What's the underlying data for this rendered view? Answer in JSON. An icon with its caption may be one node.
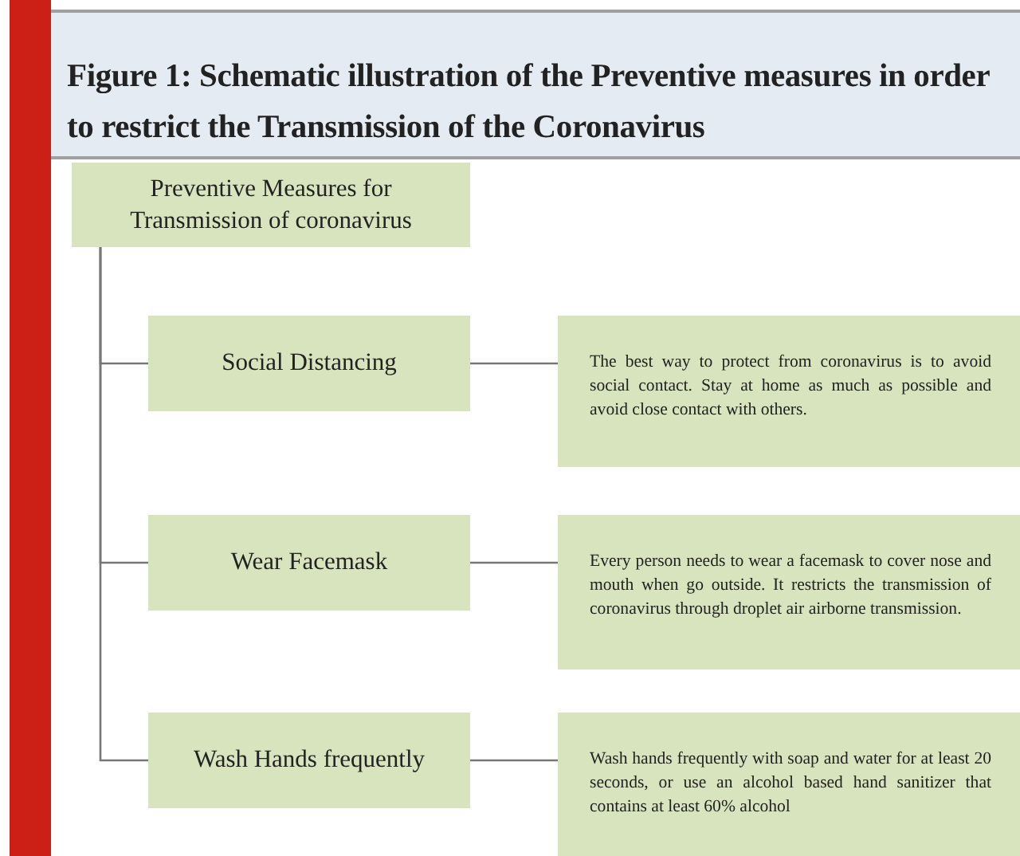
{
  "diagram": {
    "title": "Figure 1: Schematic illustration of the Preventive measures in order to restrict the Transmission of the Coronavirus",
    "nodes": [
      {
        "text": [
          "Preventive Measures for Transmission of coronavirus"
        ]
      },
      {
        "text": [
          "Social Distancing"
        ]
      },
      {
        "text": [
          "The best way to protect from coronavirus is to avoid social contact. Stay at home as much as possible and avoid close contact with others."
        ]
      },
      {
        "text": [
          "Wear Facemask"
        ]
      },
      {
        "text": [
          "Every person needs to wear a facemask to cover nose and mouth when go outside. It restricts the transmission of coronavirus through droplet air airborne transmission."
        ]
      },
      {
        "text": [
          "Wash Hands frequently"
        ]
      },
      {
        "text": [
          "Wash hands frequently with soap and water for at least 20 seconds, or use an alcohol based hand sanitizer that contains at least 60% alcohol"
        ]
      }
    ],
    "edges": [
      {
        "from": 0,
        "to": 1,
        "arrow": "none"
      },
      {
        "from": 0,
        "to": 3,
        "arrow": "none"
      },
      {
        "from": 0,
        "to": 5,
        "arrow": "none"
      },
      {
        "from": 1,
        "to": 2,
        "arrow": "none"
      },
      {
        "from": 3,
        "to": 4,
        "arrow": "none"
      },
      {
        "from": 5,
        "to": 6,
        "arrow": "none"
      }
    ]
  }
}
